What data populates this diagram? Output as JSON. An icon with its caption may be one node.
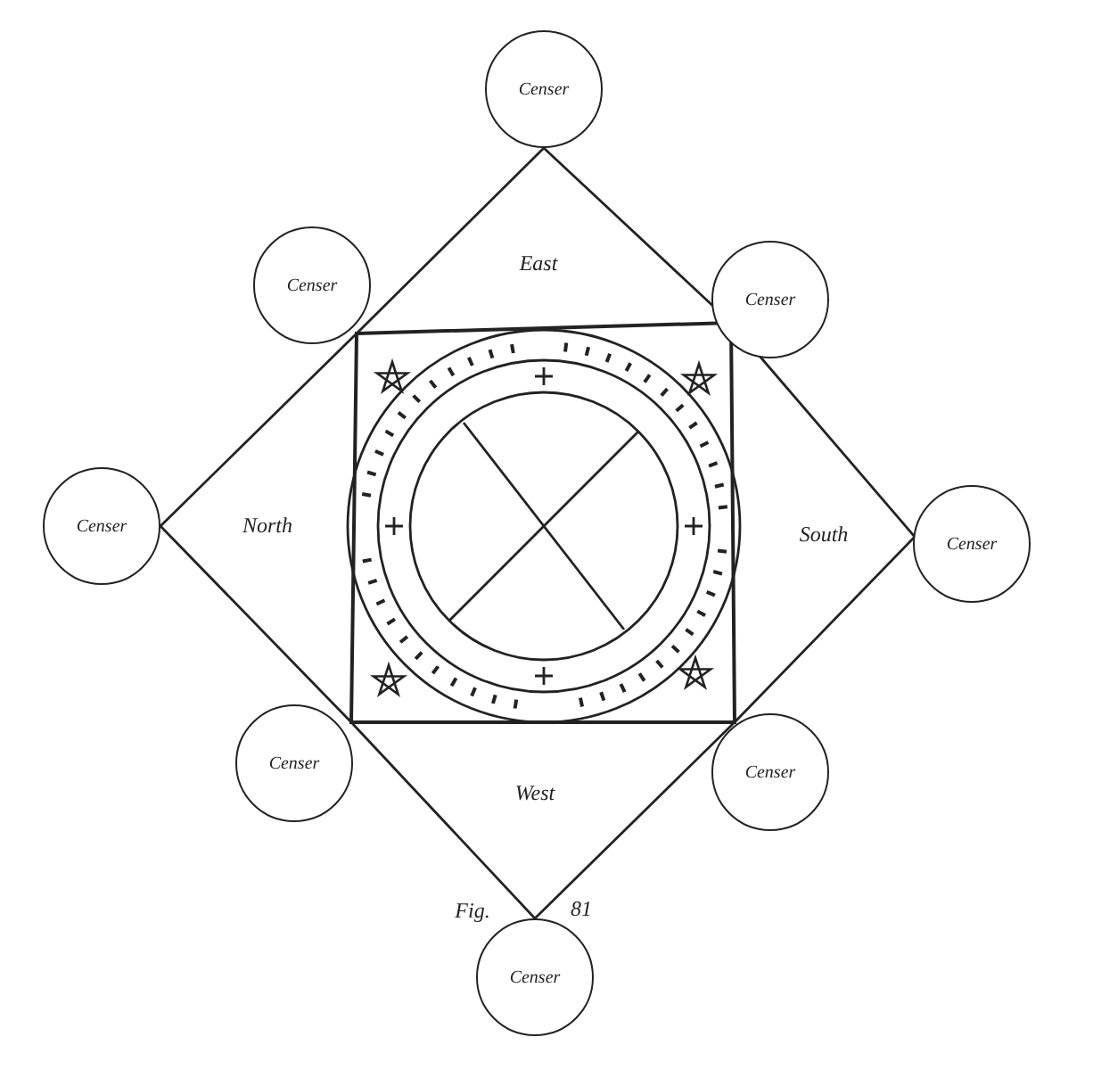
{
  "diagram": {
    "nodes": [
      {
        "text": [
          "Censer"
        ]
      },
      {
        "text": [
          "Censer"
        ]
      },
      {
        "text": [
          "Censer"
        ]
      },
      {
        "text": [
          "Censer"
        ]
      },
      {
        "text": [
          "Censer"
        ]
      },
      {
        "text": [
          "Censer"
        ]
      },
      {
        "text": [
          "Censer"
        ]
      },
      {
        "text": [
          "Censer"
        ]
      }
    ],
    "edges": [
      {
        "from": 0,
        "to": 2,
        "arrow": "none"
      },
      {
        "from": 2,
        "to": 4,
        "arrow": "none"
      },
      {
        "from": 4,
        "to": 6,
        "arrow": "none"
      },
      {
        "from": 6,
        "to": 7,
        "arrow": "none"
      },
      {
        "from": 7,
        "to": 5,
        "arrow": "none"
      },
      {
        "from": 5,
        "to": 3,
        "arrow": "none"
      },
      {
        "from": 3,
        "to": 1,
        "arrow": "none"
      },
      {
        "from": 1,
        "to": 0,
        "arrow": "none"
      }
    ],
    "labels": [
      "East",
      "North",
      "South",
      "West",
      "Fig.",
      "81"
    ]
  }
}
